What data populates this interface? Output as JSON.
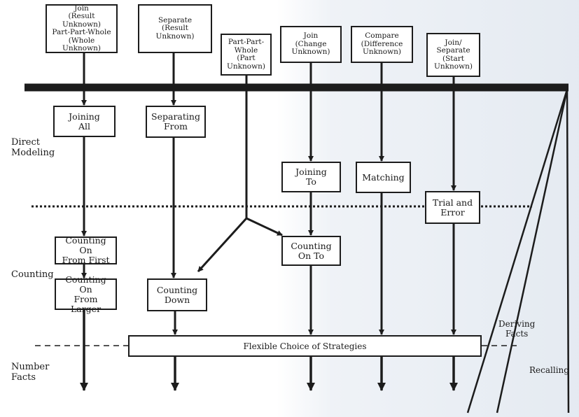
{
  "problem_types": [
    {
      "id": "join-result-unknown",
      "label": "Join\n(Result Unknown)\nPart-Part-Whole\n(Whole Unknown)"
    },
    {
      "id": "separate-result-unknown",
      "label": "Separate\n(Result Unknown)"
    },
    {
      "id": "part-part-whole-part-unknown",
      "label": "Part-Part-\nWhole\n(Part\nUnknown)"
    },
    {
      "id": "join-change-unknown",
      "label": "Join\n(Change\nUnknown)"
    },
    {
      "id": "compare-difference-unknown",
      "label": "Compare\n(Difference\nUnknown)"
    },
    {
      "id": "join-separate-start-unknown",
      "label": "Join/\nSeparate\n(Start\nUnknown)"
    }
  ],
  "levels": {
    "direct_modeling": "Direct\nModeling",
    "counting": "Counting",
    "number_facts": "Number\nFacts"
  },
  "strategies": {
    "joining_all": "Joining\nAll",
    "separating_from": "Separating\nFrom",
    "joining_to": "Joining\nTo",
    "matching": "Matching",
    "trial_and_error": "Trial and\nError",
    "counting_on_from_first": "Counting On\nFrom First",
    "counting_on_to": "Counting\nOn To",
    "counting_on_from_larger": "Counting On\nFrom Larger",
    "counting_down": "Counting\nDown",
    "flexible_choice": "Flexible Choice of Strategies"
  },
  "side_paths": {
    "deriving_facts": "Deriving\nFacts",
    "recalling": "Recalling"
  }
}
